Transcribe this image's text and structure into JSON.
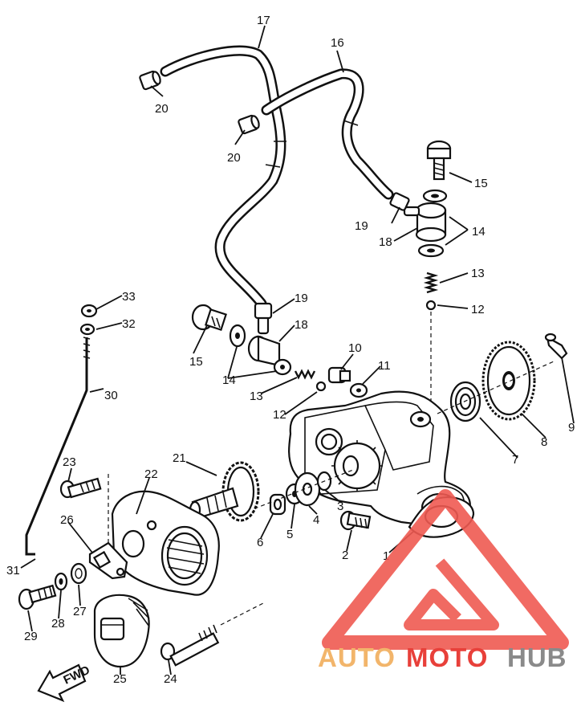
{
  "callouts": {
    "n1": "1",
    "n2": "2",
    "n3": "3",
    "n4": "4",
    "n5": "5",
    "n6": "6",
    "n7": "7",
    "n8": "8",
    "n9": "9",
    "n10": "10",
    "n11": "11",
    "n12a": "12",
    "n12b": "12",
    "n13a": "13",
    "n13b": "13",
    "n14a": "14",
    "n14b": "14",
    "n15a": "15",
    "n15b": "15",
    "n16": "16",
    "n17": "17",
    "n18a": "18",
    "n18b": "18",
    "n19a": "19",
    "n19b": "19",
    "n20a": "20",
    "n20b": "20",
    "n21": "21",
    "n22": "22",
    "n23": "23",
    "n24": "24",
    "n25": "25",
    "n26": "26",
    "n27": "27",
    "n28": "28",
    "n29": "29",
    "n30": "30",
    "n31": "31",
    "n32": "32",
    "n33": "33"
  },
  "fwd_label": "FWD",
  "watermark": {
    "part1": "AUTO",
    "part2": "MOTO",
    "part3": "HUB",
    "colors": {
      "auto": "#f2b56b",
      "moto": "#e8403a",
      "hub": "#8a8a8a",
      "logo": "#ef5a52"
    }
  }
}
